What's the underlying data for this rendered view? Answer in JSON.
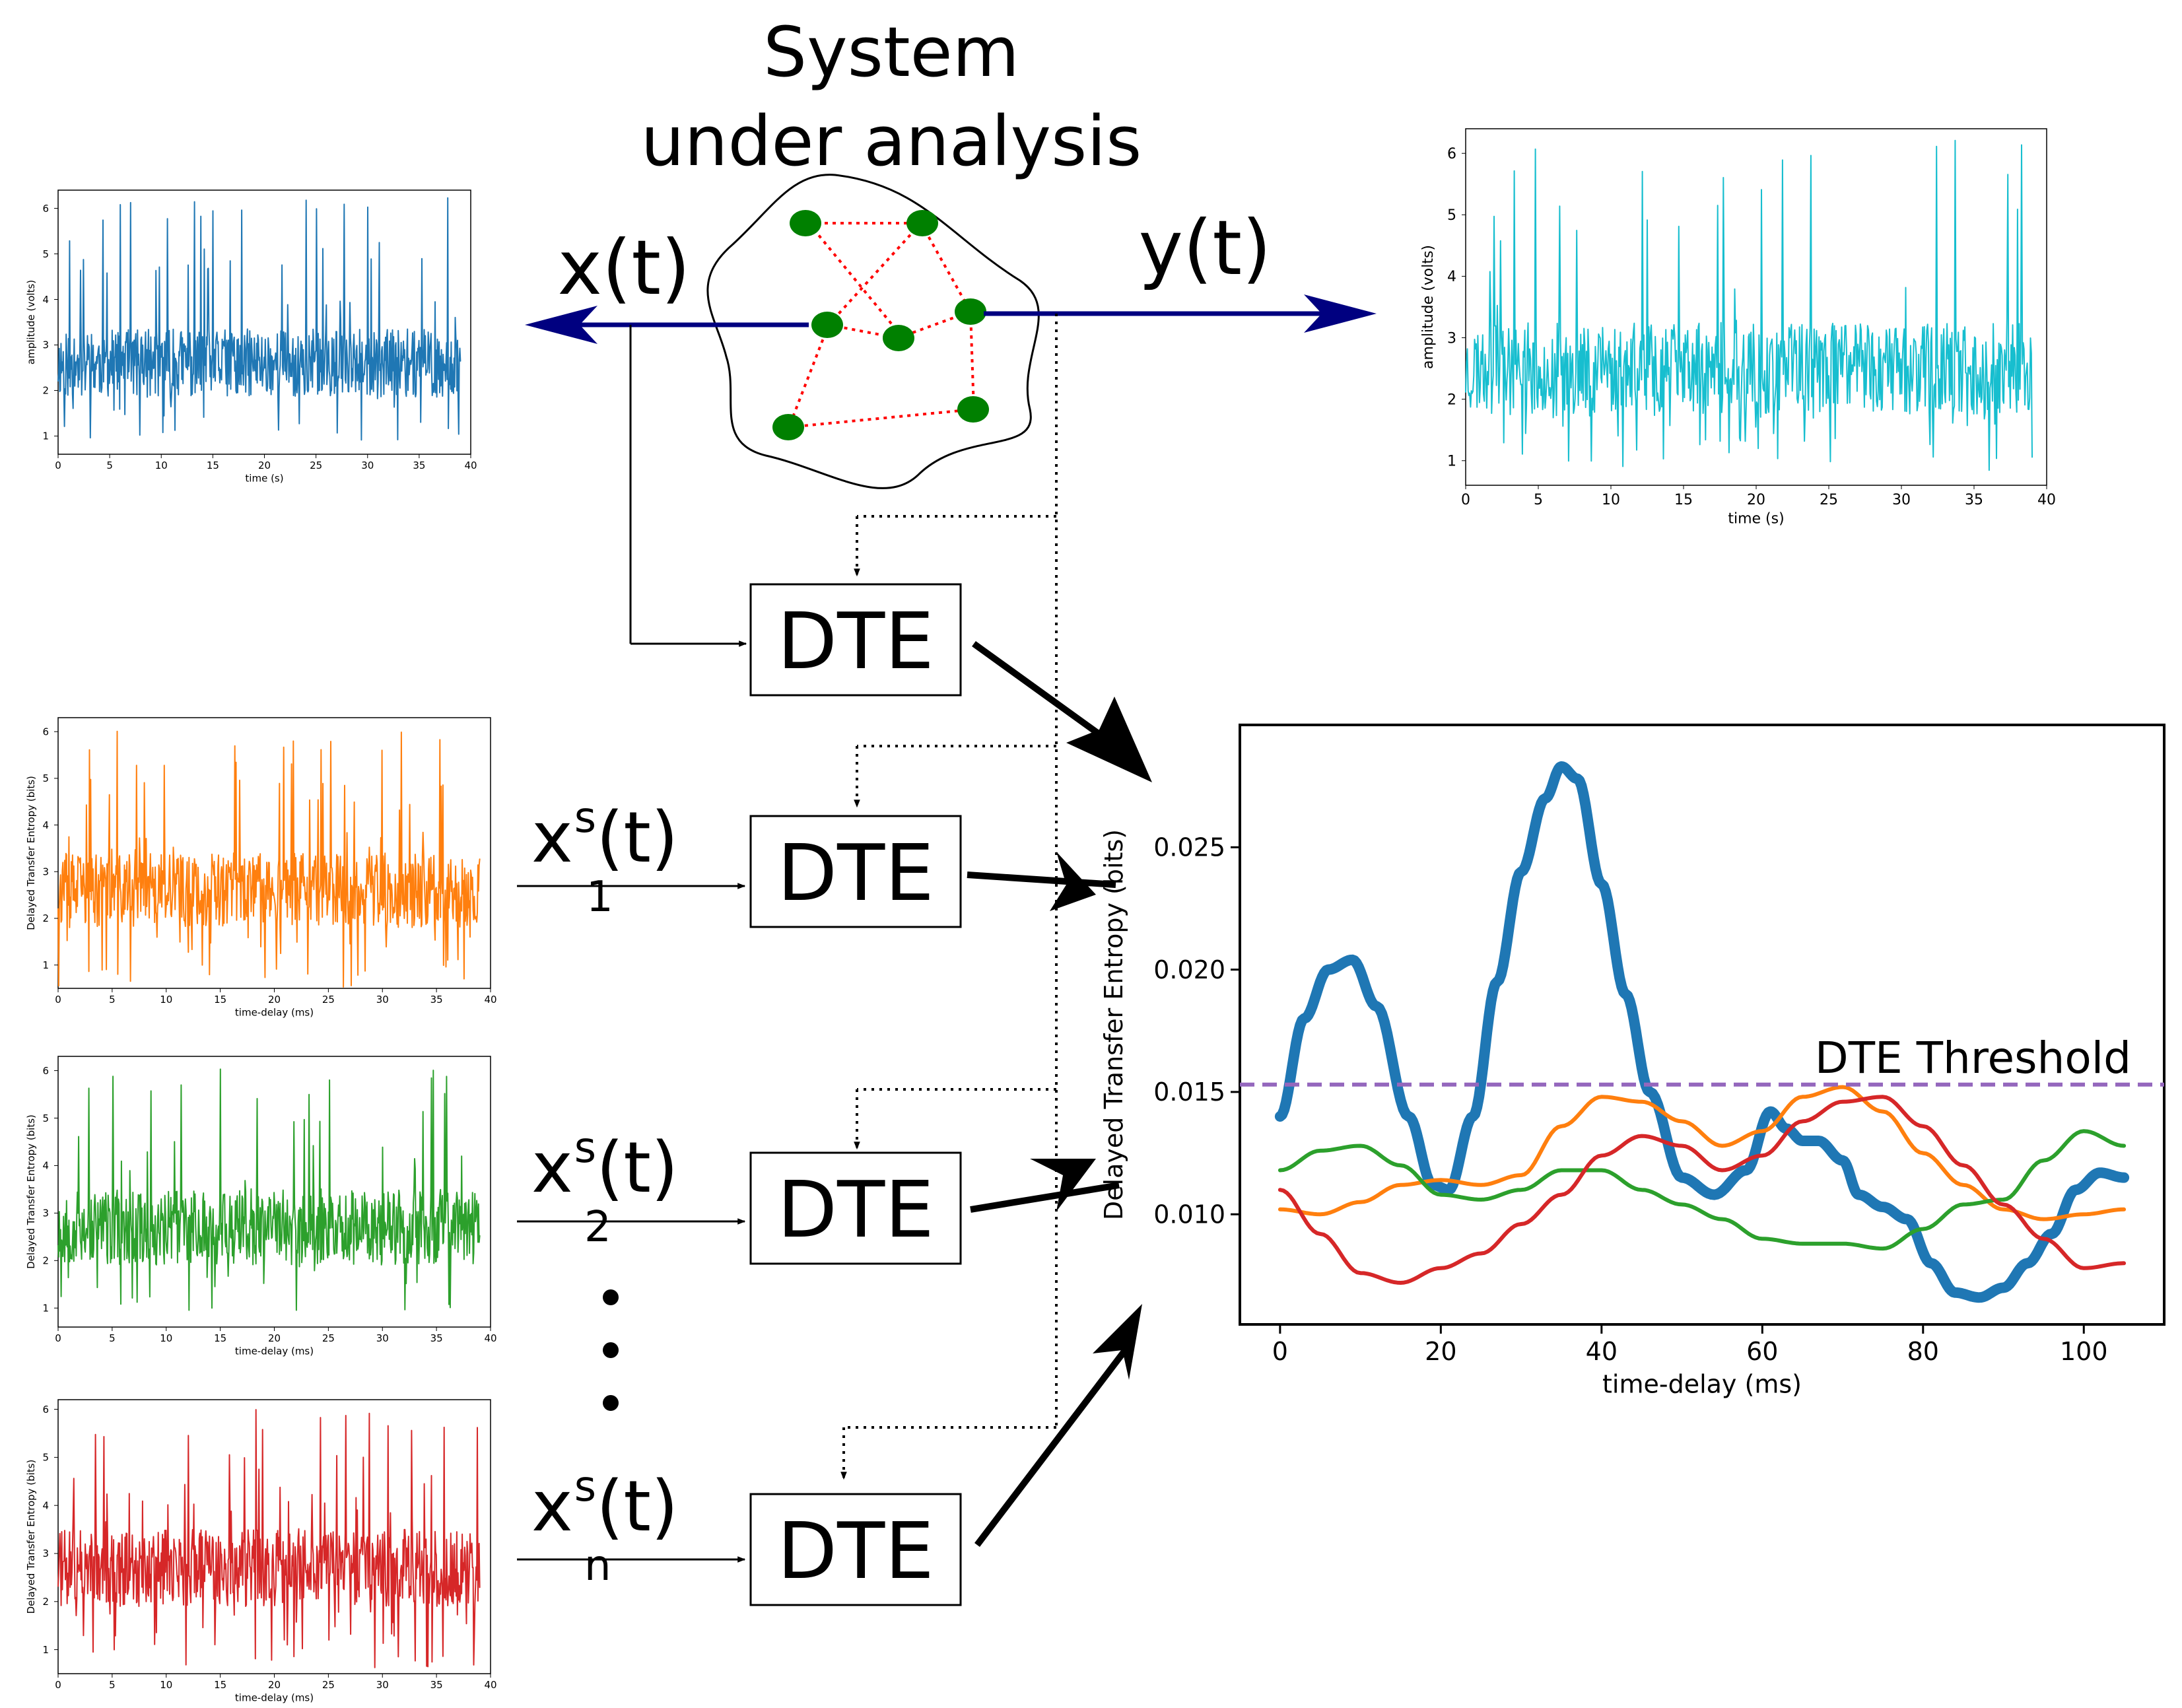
{
  "title": {
    "line1": "System",
    "line2": "under analysis"
  },
  "signals": {
    "x_label": "x(t)",
    "y_label": "y(t)",
    "surrogate_base": "x",
    "surrogate_sup": "s",
    "surrogate_t": "(t)",
    "surrogate_subs": [
      "1",
      "2",
      "n"
    ]
  },
  "dte_label": "DTE",
  "threshold_label": "DTE Threshold",
  "colors": {
    "x": "#1f77b4",
    "y": "#17becf",
    "s1": "#ff7f0e",
    "s2": "#2ca02c",
    "sn": "#d62728",
    "threshold": "#9467bd",
    "node": "#008000",
    "edge": "#ff0000",
    "arrow_dark": "#000080"
  },
  "chart_data": [
    {
      "id": "x_signal",
      "type": "line",
      "xlabel": "time (s)",
      "ylabel": "amplitude (volts)",
      "xticks": [
        "0",
        "5",
        "10",
        "15",
        "20",
        "25",
        "30",
        "35",
        "40"
      ],
      "xlim": [
        0,
        40
      ],
      "yticks": [
        "1",
        "2",
        "3",
        "4",
        "5",
        "6"
      ],
      "ylim": [
        0.6,
        6.4
      ],
      "series": [
        {
          "color": "#1f77b4",
          "noise": {
            "base": 2.6,
            "spread": 1.5,
            "max": 6.3,
            "min": 0.9,
            "xmax": 39,
            "points": 700,
            "seed": 11
          }
        }
      ]
    },
    {
      "id": "y_signal",
      "type": "line",
      "xlabel": "time (s)",
      "ylabel": "amplitude (volts)",
      "xticks": [
        "0",
        "5",
        "10",
        "15",
        "20",
        "25",
        "30",
        "35",
        "40"
      ],
      "xlim": [
        0,
        40
      ],
      "yticks": [
        "1",
        "2",
        "3",
        "4",
        "5",
        "6"
      ],
      "ylim": [
        0.6,
        6.4
      ],
      "series": [
        {
          "color": "#17becf",
          "noise": {
            "base": 2.5,
            "spread": 1.5,
            "max": 6.3,
            "min": 0.8,
            "xmax": 39,
            "points": 700,
            "seed": 23
          }
        }
      ]
    },
    {
      "id": "s1_signal",
      "type": "line",
      "xlabel": "time-delay (ms)",
      "ylabel": "Delayed Transfer Entropy (bits)",
      "xticks": [
        "0",
        "5",
        "10",
        "15",
        "20",
        "25",
        "30",
        "35",
        "40"
      ],
      "xlim": [
        0,
        40
      ],
      "yticks": [
        "1",
        "2",
        "3",
        "4",
        "5",
        "6"
      ],
      "ylim": [
        0.5,
        6.3
      ],
      "series": [
        {
          "color": "#ff7f0e",
          "noise": {
            "base": 2.6,
            "spread": 1.6,
            "max": 6.1,
            "min": 0.5,
            "xmax": 39,
            "points": 700,
            "seed": 37
          }
        }
      ]
    },
    {
      "id": "s2_signal",
      "type": "line",
      "xlabel": "time-delay (ms)",
      "ylabel": "Delayed Transfer Entropy (bits)",
      "xticks": [
        "0",
        "5",
        "10",
        "15",
        "20",
        "25",
        "30",
        "35",
        "40"
      ],
      "xlim": [
        0,
        40
      ],
      "yticks": [
        "1",
        "2",
        "3",
        "4",
        "5",
        "6"
      ],
      "ylim": [
        0.6,
        6.3
      ],
      "series": [
        {
          "color": "#2ca02c",
          "noise": {
            "base": 2.7,
            "spread": 1.6,
            "max": 6.1,
            "min": 0.8,
            "xmax": 39,
            "points": 700,
            "seed": 53
          }
        }
      ]
    },
    {
      "id": "sn_signal",
      "type": "line",
      "xlabel": "time-delay (ms)",
      "ylabel": "Delayed Transfer Entropy (bits)",
      "xticks": [
        "0",
        "5",
        "10",
        "15",
        "20",
        "25",
        "30",
        "35",
        "40"
      ],
      "xlim": [
        0,
        40
      ],
      "yticks": [
        "1",
        "2",
        "3",
        "4",
        "5",
        "6"
      ],
      "ylim": [
        0.5,
        6.2
      ],
      "series": [
        {
          "color": "#d62728",
          "noise": {
            "base": 2.7,
            "spread": 1.6,
            "max": 6.0,
            "min": 0.6,
            "xmax": 39,
            "points": 700,
            "seed": 71
          }
        }
      ]
    },
    {
      "id": "dte_result",
      "type": "line",
      "xlabel": "time-delay (ms)",
      "ylabel": "Delayed Transfer Entropy (bits)",
      "xticks": [
        "0",
        "20",
        "40",
        "60",
        "80",
        "100"
      ],
      "xlim": [
        -5,
        110
      ],
      "yticks": [
        "0.010",
        "0.015",
        "0.020",
        "0.025"
      ],
      "ylim": [
        0.0055,
        0.03
      ],
      "threshold": 0.0153,
      "series": [
        {
          "color": "#1f77b4",
          "width": 16,
          "x": [
            0,
            3,
            6,
            9,
            12,
            16,
            19,
            21,
            24,
            27,
            30,
            33,
            35,
            37,
            40,
            43,
            46,
            50,
            54,
            58,
            61,
            63,
            65,
            67,
            70,
            72,
            75,
            78,
            81,
            84,
            87,
            90,
            93,
            96,
            99,
            102,
            105
          ],
          "y": [
            0.014,
            0.018,
            0.02,
            0.0204,
            0.0185,
            0.014,
            0.0112,
            0.011,
            0.014,
            0.0195,
            0.024,
            0.027,
            0.0283,
            0.0278,
            0.0235,
            0.019,
            0.015,
            0.0115,
            0.0108,
            0.0118,
            0.0142,
            0.0135,
            0.013,
            0.013,
            0.0122,
            0.0108,
            0.0103,
            0.0098,
            0.008,
            0.0068,
            0.0066,
            0.007,
            0.008,
            0.0092,
            0.011,
            0.0117,
            0.0115
          ]
        },
        {
          "color": "#ff7f0e",
          "width": 6,
          "x": [
            0,
            5,
            10,
            15,
            20,
            25,
            30,
            35,
            40,
            45,
            50,
            55,
            60,
            65,
            70,
            75,
            80,
            85,
            90,
            95,
            100,
            105
          ],
          "y": [
            0.0102,
            0.01,
            0.0105,
            0.0112,
            0.0114,
            0.0112,
            0.0116,
            0.0136,
            0.0148,
            0.0146,
            0.0138,
            0.0128,
            0.0134,
            0.0148,
            0.0152,
            0.0142,
            0.0125,
            0.0112,
            0.0102,
            0.0098,
            0.01,
            0.0102
          ]
        },
        {
          "color": "#2ca02c",
          "width": 6,
          "x": [
            0,
            5,
            10,
            15,
            20,
            25,
            30,
            35,
            40,
            45,
            50,
            55,
            60,
            65,
            70,
            75,
            80,
            85,
            90,
            95,
            100,
            105
          ],
          "y": [
            0.0118,
            0.0126,
            0.0128,
            0.012,
            0.0108,
            0.0106,
            0.011,
            0.0118,
            0.0118,
            0.011,
            0.0104,
            0.0098,
            0.009,
            0.0088,
            0.0088,
            0.0086,
            0.0094,
            0.0104,
            0.0106,
            0.0122,
            0.0134,
            0.0128
          ]
        },
        {
          "color": "#d62728",
          "width": 6,
          "x": [
            0,
            5,
            10,
            15,
            20,
            25,
            30,
            35,
            40,
            45,
            50,
            55,
            60,
            65,
            70,
            75,
            80,
            85,
            90,
            95,
            100,
            105
          ],
          "y": [
            0.011,
            0.0092,
            0.0076,
            0.0072,
            0.0078,
            0.0084,
            0.0096,
            0.0108,
            0.0124,
            0.0132,
            0.0128,
            0.0118,
            0.0124,
            0.0138,
            0.0146,
            0.0148,
            0.0136,
            0.012,
            0.0104,
            0.009,
            0.0078,
            0.008
          ]
        }
      ]
    }
  ]
}
